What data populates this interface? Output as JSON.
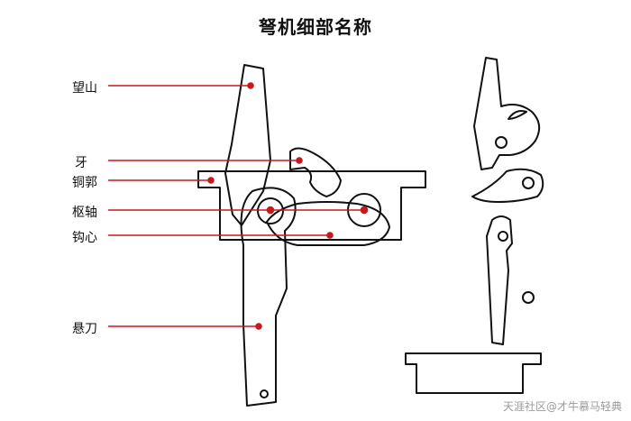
{
  "title": "弩机细部名称",
  "labels": {
    "wangshan": "望山",
    "ya": "牙",
    "tongguo": "铜郭",
    "shuzhou": "枢轴",
    "gouxin": "钩心",
    "xuandao": "悬刀"
  },
  "watermark": "天涯社区@才牛慕马轻典",
  "colors": {
    "leader": "#c61a1a",
    "outline": "#111111",
    "background": "#ffffff"
  }
}
